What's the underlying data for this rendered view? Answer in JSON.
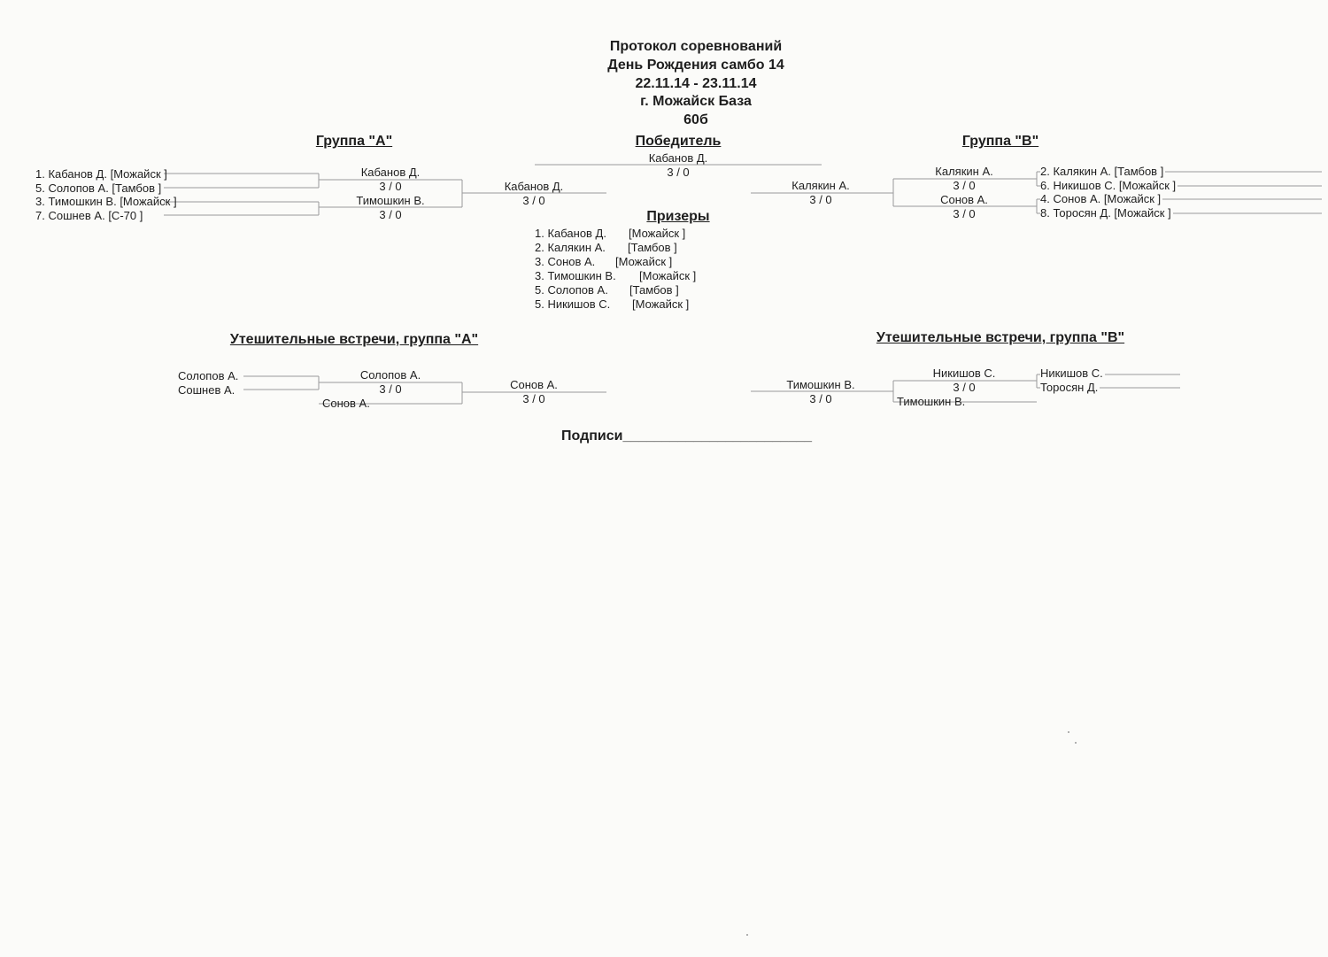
{
  "title": {
    "line1": "Протокол соревнований",
    "line2": "День Рождения самбо 14",
    "line3": "22.11.14 - 23.11.14",
    "line4": "г. Можайск База",
    "line5": "60б"
  },
  "group_a": {
    "header": "Группа  \"А\"",
    "entries": [
      "1. Кабанов Д.  [Можайск   ]",
      "5. Солопов А.  [Тамбов   ]",
      "3. Тимошкин В.  [Можайск   ]",
      "7. Сошнев А.  [С-70   ]"
    ],
    "semi1": {
      "name": "Кабанов Д.",
      "score": "3  /  0"
    },
    "semi2": {
      "name": "Тимошкин В.",
      "score": "3  /  0"
    },
    "final": {
      "name": "Кабанов Д.",
      "score": "3  /  0"
    }
  },
  "winner": {
    "header": "Победитель",
    "name": "Кабанов Д.",
    "score": "3  /  0"
  },
  "group_b": {
    "header": "Группа  \"В\"",
    "entries": [
      "2. Калякин А.  [Тамбов  ]",
      "6. Никишов С.  [Можайск   ]",
      "4. Сонов А.  [Можайск   ]",
      "8. Торосян Д.  [Можайск   ]"
    ],
    "semi1": {
      "name": "Калякин А.",
      "score": "3  /  0"
    },
    "semi2": {
      "name": "Сонов А.",
      "score": "3  /  0"
    },
    "final": {
      "name": "Калякин А.",
      "score": "3  /  0"
    }
  },
  "prizes": {
    "header": "Призеры",
    "rows": [
      {
        "place": "1. Кабанов Д.",
        "club": "[Можайск   ]"
      },
      {
        "place": "2. Калякин А.",
        "club": "[Тамбов  ]"
      },
      {
        "place": "3. Сонов А.",
        "club": "[Можайск   ]"
      },
      {
        "place": "3. Тимошкин В.",
        "club": "[Можайск   ]"
      },
      {
        "place": "5. Солопов А.",
        "club": "[Тамбов   ]"
      },
      {
        "place": "5. Никишов С.",
        "club": "[Можайск   ]"
      }
    ]
  },
  "consolation_a": {
    "header": "Утешительные встречи, группа \"А\"",
    "entry1": "Солопов А.",
    "entry2": "Сошнев А.",
    "match1": {
      "name": "Солопов А.",
      "score": "3  /  0"
    },
    "bye": "Сонов А.",
    "final": {
      "name": "Сонов А.",
      "score": "3  /  0"
    }
  },
  "consolation_b": {
    "header": "Утешительные встречи, группа \"В\"",
    "entry1": "Никишов С.",
    "entry2": "Торосян Д.",
    "match1": {
      "name": "Никишов С.",
      "score": "3  /  0"
    },
    "bye": "Тимошкин В.",
    "final": {
      "name": "Тимошкин В.",
      "score": "3  /  0"
    }
  },
  "signature": {
    "label": "Подписи",
    "line": "________________________"
  }
}
